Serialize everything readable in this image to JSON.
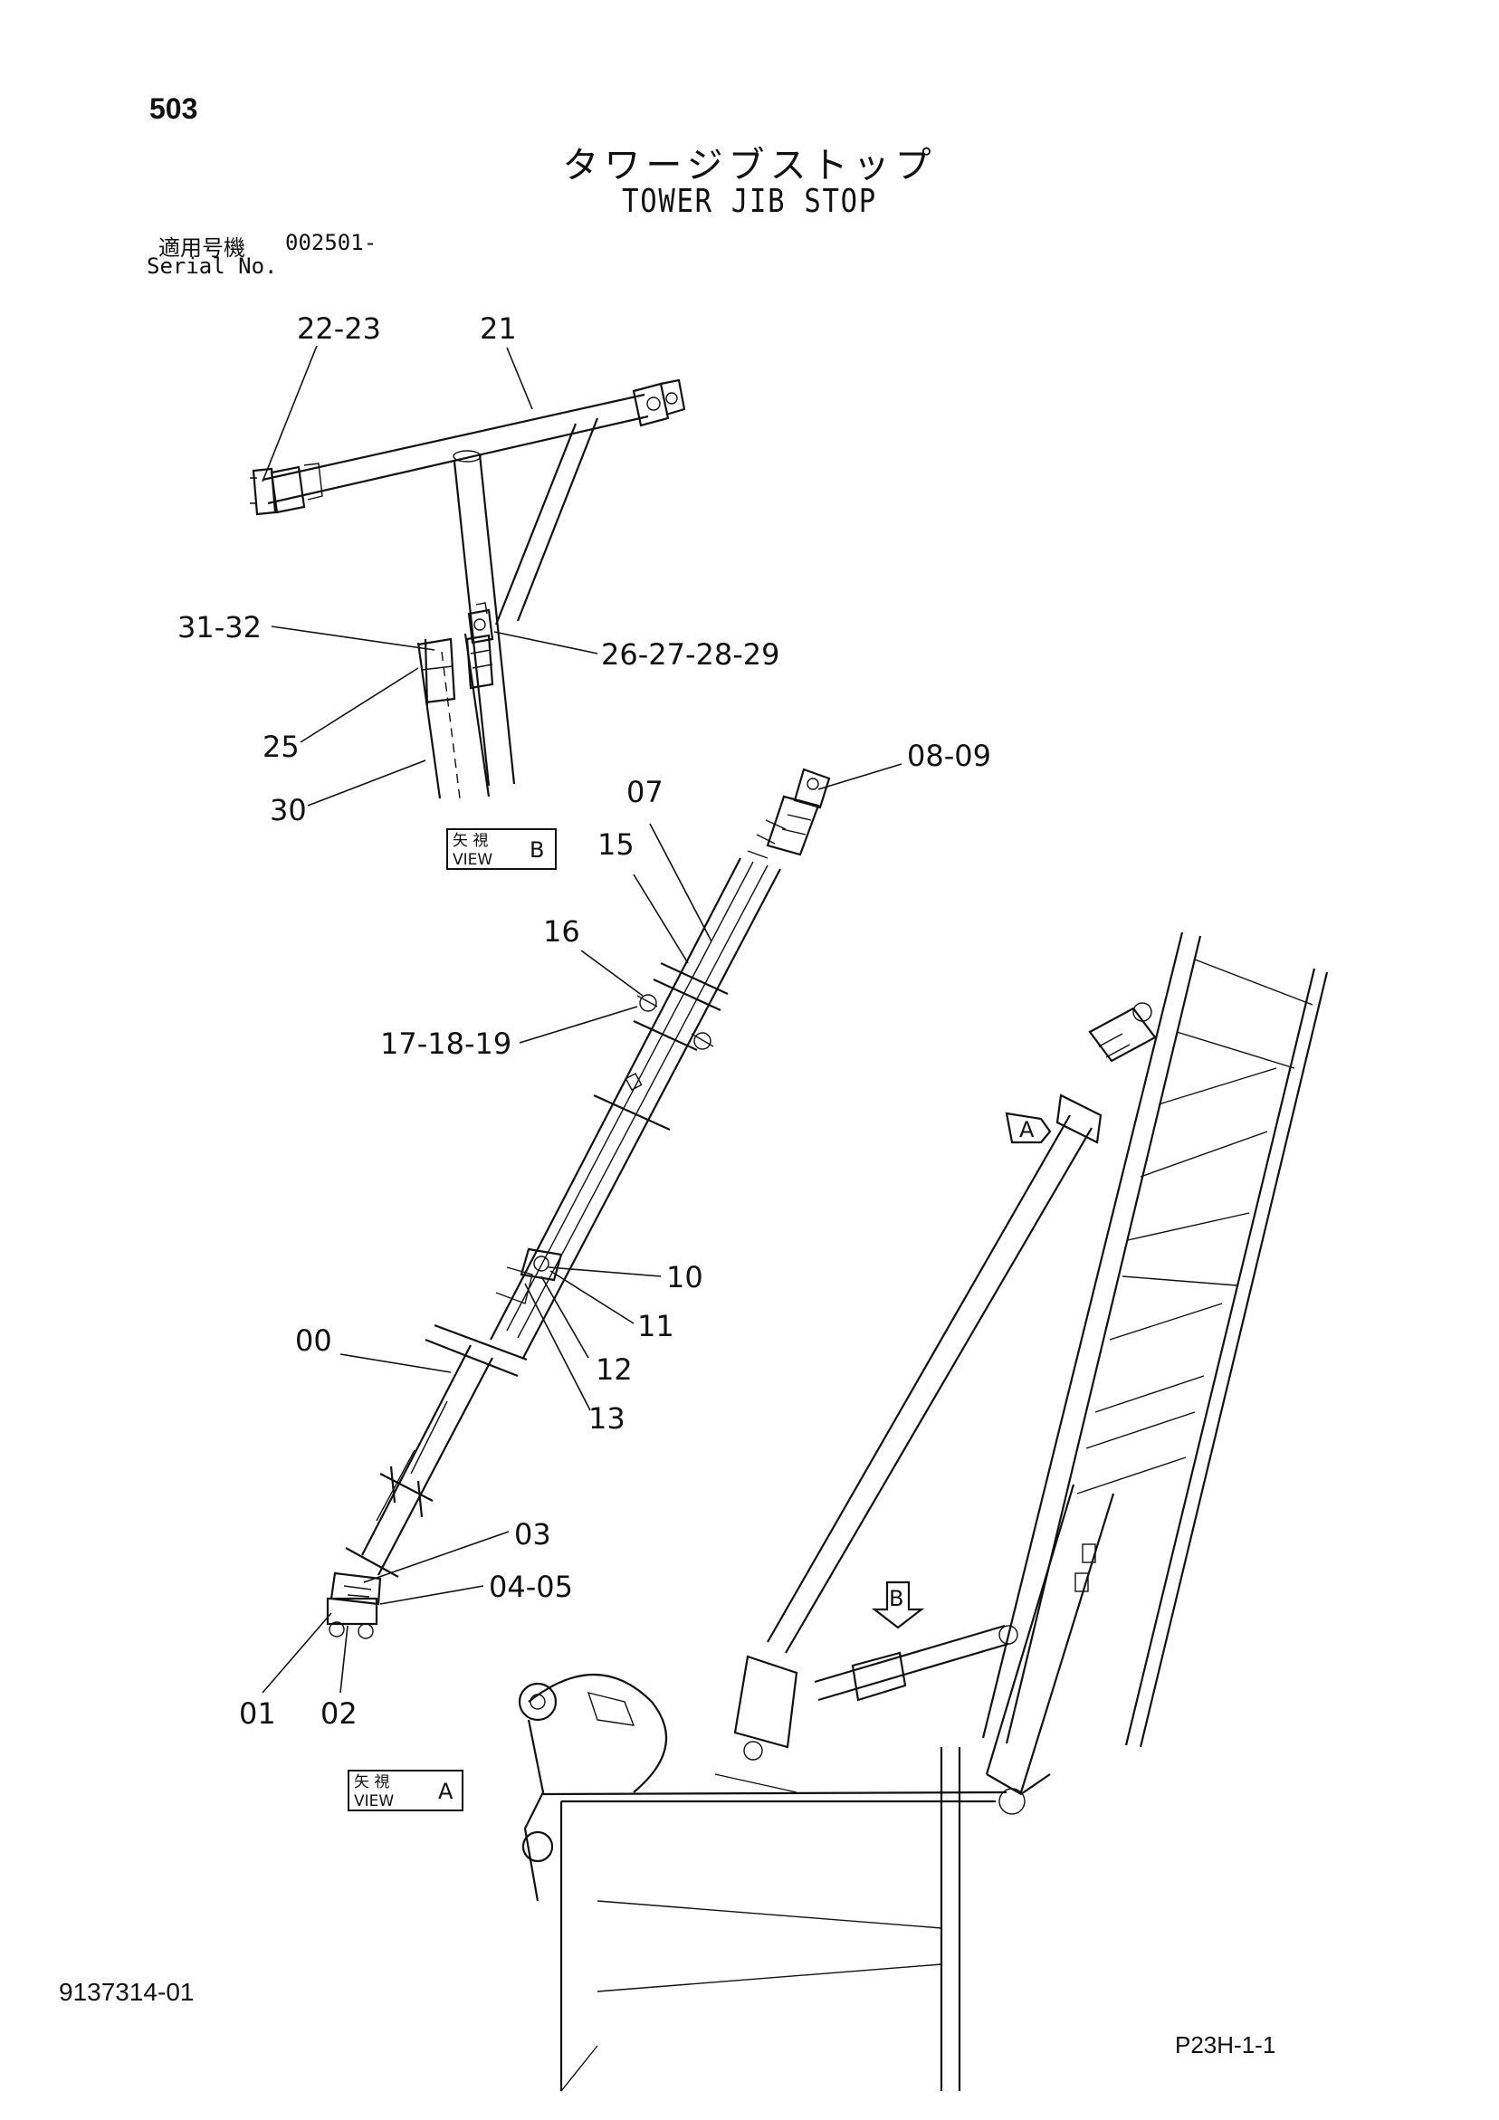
{
  "header": {
    "page_number": "503",
    "title_jp": "タワージブストップ",
    "title_en": "TOWER JIB STOP",
    "serial_label_jp": "適用号機",
    "serial_number": "002501-",
    "serial_label_en": "Serial No."
  },
  "callouts": {
    "c_22_23": "22-23",
    "c_21": "21",
    "c_31_32": "31-32",
    "c_26_29": "26-27-28-29",
    "c_25": "25",
    "c_30": "30",
    "c_08_09": "08-09",
    "c_07": "07",
    "c_15": "15",
    "c_16": "16",
    "c_17_19": "17-18-19",
    "c_10": "10",
    "c_11": "11",
    "c_12": "12",
    "c_13": "13",
    "c_00": "00",
    "c_03": "03",
    "c_04_05": "04-05",
    "c_01": "01",
    "c_02": "02"
  },
  "view_labels": {
    "view_b": {
      "jp": "矢 視",
      "en": "VIEW",
      "letter": "B"
    },
    "view_a": {
      "jp": "矢 視",
      "en": "VIEW",
      "letter": "A"
    },
    "arrow_a": "A",
    "arrow_b": "B"
  },
  "footer": {
    "doc_number": "9137314-01",
    "sheet_code": "P23H-1-1"
  }
}
